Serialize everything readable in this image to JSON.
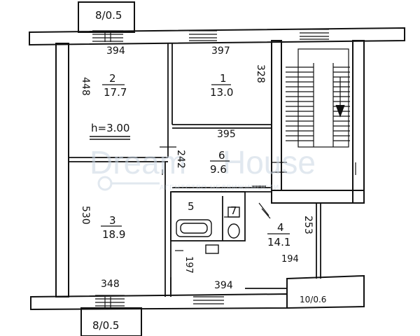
{
  "colors": {
    "ink": "#111111",
    "paper": "#ffffff",
    "watermark": "#c9d6e3"
  },
  "balconies": {
    "top": "8/0.5",
    "bottom": "8/0.5",
    "small": "10/0.6"
  },
  "rooms": [
    {
      "number": "2",
      "area": "17.7"
    },
    {
      "number": "1",
      "area": "13.0"
    },
    {
      "number": "6",
      "area": "9.6"
    },
    {
      "number": "3",
      "area": "18.9"
    },
    {
      "number": "5",
      "area": ""
    },
    {
      "number": "7",
      "area": ""
    },
    {
      "number": "4",
      "area": "14.1"
    }
  ],
  "ceiling_height": "h=3.00",
  "dimensions": {
    "room2_width": "394",
    "room1_width": "397",
    "room2_height": "448",
    "room1_height": "328",
    "room6_width": "395",
    "room6_height": "242",
    "room3_height": "530",
    "room3_width": "348",
    "room4_height": "253",
    "hall_width": "194",
    "bath_height": "197",
    "bottom_width": "394"
  },
  "watermark": {
    "brand_part1": "Dream",
    "brand_part2": "House",
    "tagline": "АГЕНТСТВО НЕДВИЖИМОСТИ"
  }
}
